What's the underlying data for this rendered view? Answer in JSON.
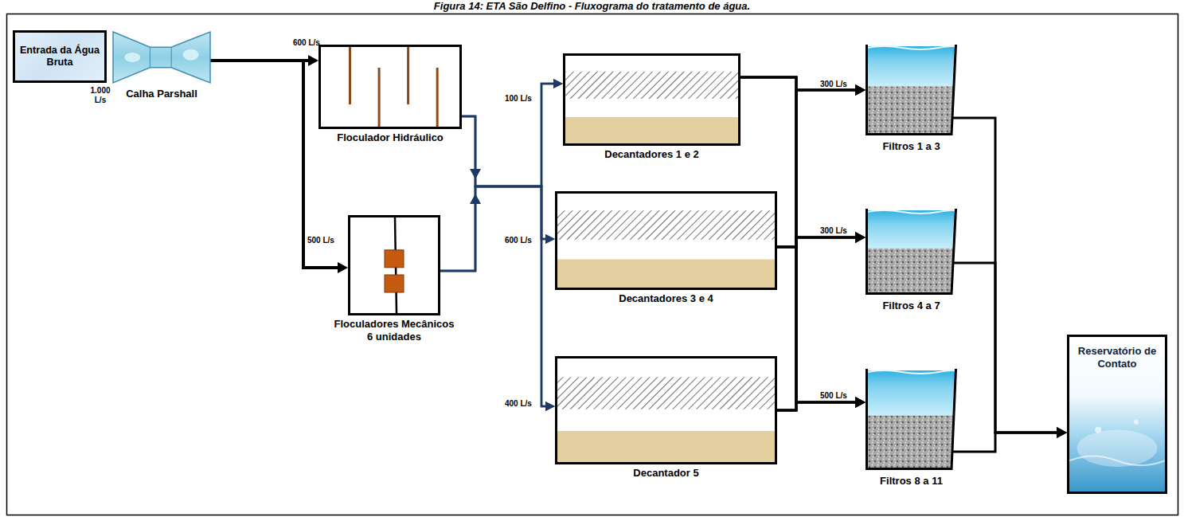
{
  "diagram": {
    "title": "Figura 14: ETA São Delfino - Fluxograma do tratamento de água.",
    "nodes": [
      {
        "text": [
          "Entrada da Água Bruta"
        ]
      },
      {
        "text": [
          "Calha Parshall"
        ]
      },
      {
        "text": [
          "Floculador Hidráulico"
        ]
      },
      {
        "text": [
          "Floculadores Mecânicos 6 unidades"
        ]
      },
      {
        "text": [
          "Decantadores 1 e 2"
        ]
      },
      {
        "text": [
          "Decantadores 3 e 4"
        ]
      },
      {
        "text": [
          "Decantador 5"
        ]
      },
      {
        "text": [
          "Filtros 1 a 3"
        ]
      },
      {
        "text": [
          "Filtros 4 a 7"
        ]
      },
      {
        "text": [
          "Filtros 8 a 11"
        ]
      },
      {
        "text": [
          "Reservatório de Contato"
        ]
      }
    ],
    "edges": [
      {
        "from": 0,
        "to": 1,
        "arrow": "to"
      },
      {
        "from": 1,
        "to": 2,
        "arrow": "to"
      },
      {
        "from": 1,
        "to": 3,
        "arrow": "to"
      },
      {
        "from": 2,
        "to": 4,
        "arrow": "to"
      },
      {
        "from": 2,
        "to": 5,
        "arrow": "to"
      },
      {
        "from": 2,
        "to": 6,
        "arrow": "to"
      },
      {
        "from": 3,
        "to": 4,
        "arrow": "to"
      },
      {
        "from": 3,
        "to": 5,
        "arrow": "to"
      },
      {
        "from": 3,
        "to": 6,
        "arrow": "to"
      },
      {
        "from": 4,
        "to": 7,
        "arrow": "to"
      },
      {
        "from": 4,
        "to": 8,
        "arrow": "to"
      },
      {
        "from": 4,
        "to": 9,
        "arrow": "to"
      },
      {
        "from": 5,
        "to": 7,
        "arrow": "to"
      },
      {
        "from": 5,
        "to": 8,
        "arrow": "to"
      },
      {
        "from": 5,
        "to": 9,
        "arrow": "to"
      },
      {
        "from": 6,
        "to": 7,
        "arrow": "to"
      },
      {
        "from": 6,
        "to": 8,
        "arrow": "to"
      },
      {
        "from": 6,
        "to": 9,
        "arrow": "to"
      },
      {
        "from": 7,
        "to": 10,
        "arrow": "to"
      },
      {
        "from": 8,
        "to": 10,
        "arrow": "to"
      },
      {
        "from": 9,
        "to": 10,
        "arrow": "to"
      }
    ],
    "labels": [
      "1.000 L/s",
      "600 L/s",
      "500 L/s",
      "100 L/s",
      "600 L/s",
      "400 L/s",
      "300 L/s",
      "300 L/s",
      "500 L/s"
    ]
  }
}
